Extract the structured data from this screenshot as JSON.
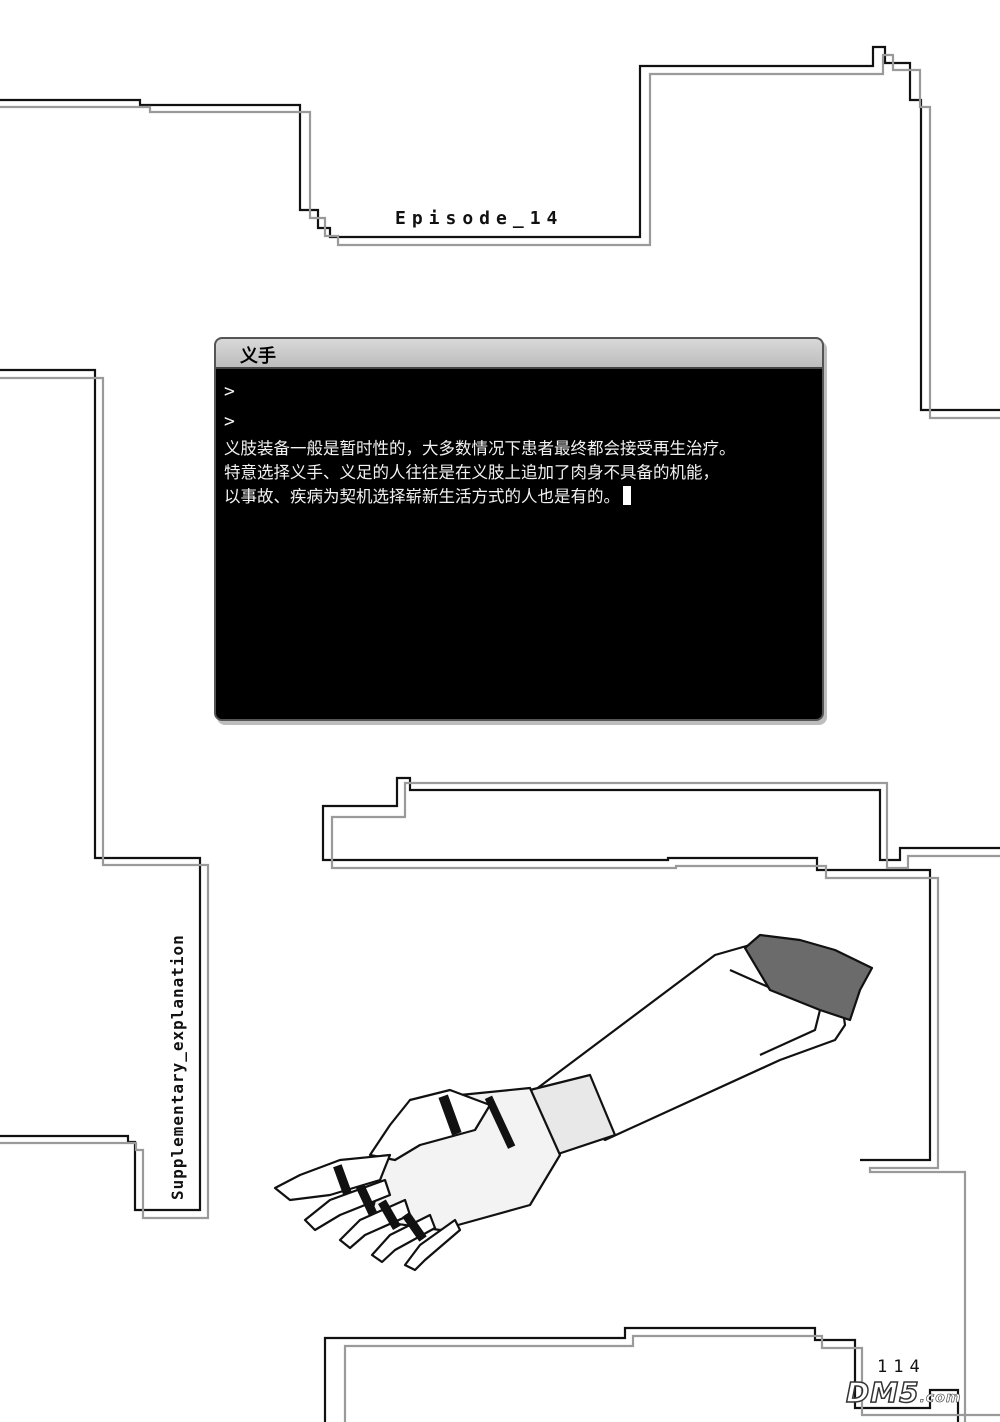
{
  "episode": "Episode_14",
  "side_label": "Supplementary_explanation",
  "terminal": {
    "title": "义手",
    "prompts": [
      ">",
      ">"
    ],
    "lines": [
      "义肢装备一般是暂时性的，大多数情况下患者最终都会接受再生治疗。",
      "特意选择义手、义足的人往往是在义肢上追加了肉身不具备的机能，",
      "以事故、疾病为契机选择崭新生活方式的人也是有的。"
    ]
  },
  "page_number": "114",
  "watermark": {
    "main": "DM5",
    "suffix": ".com"
  }
}
